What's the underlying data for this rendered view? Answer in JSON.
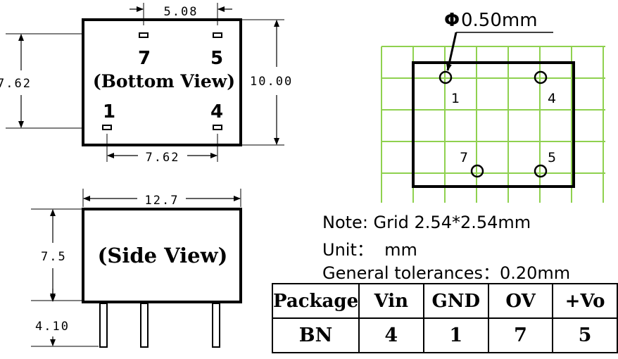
{
  "bottom_view": {
    "title": "(Bottom View)",
    "pins": {
      "top_left": "7",
      "top_right": "5",
      "bottom_left": "1",
      "bottom_right": "4"
    },
    "dims": {
      "top_spacing": "5.08",
      "bottom_spacing": "7.62",
      "left_height": "7.62",
      "right_height": "10.00"
    }
  },
  "side_view": {
    "title": "(Side View)",
    "dims": {
      "width": "12.7",
      "height": "7.5",
      "lead_length": "4.10"
    }
  },
  "grid": {
    "hole_label": "0.50mm",
    "phi": "Φ",
    "pins": {
      "p1": "1",
      "p4": "4",
      "p7": "7",
      "p5": "5"
    },
    "grid_color": "#8fd14f"
  },
  "notes": {
    "line1": "Note: Grid 2.54*2.54mm",
    "line2": "Unit：  mm",
    "line3": "General tolerances：0.20mm"
  },
  "pinout_table": {
    "headers": [
      "Package",
      "Vin",
      "GND",
      "OV",
      "+Vo"
    ],
    "rows": [
      [
        "BN",
        "4",
        "1",
        "7",
        "5"
      ]
    ]
  }
}
